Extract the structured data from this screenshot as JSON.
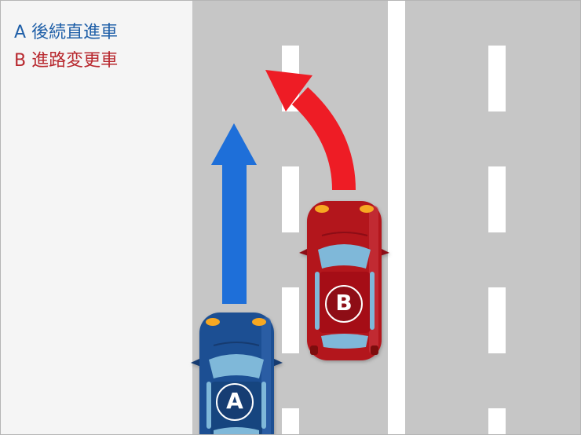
{
  "legend": {
    "a_label": "A 後続直進車",
    "b_label": "B 進路変更車"
  },
  "car_a": {
    "badge": "A",
    "color": "#1d4f93",
    "arrow_color": "#1e6fd9"
  },
  "car_b": {
    "badge": "B",
    "color": "#b3141c",
    "arrow_color": "#ee1c25"
  },
  "colors": {
    "road": "#c6c6c6",
    "shoulder": "#f5f5f5",
    "lane_mark": "#ffffff"
  }
}
